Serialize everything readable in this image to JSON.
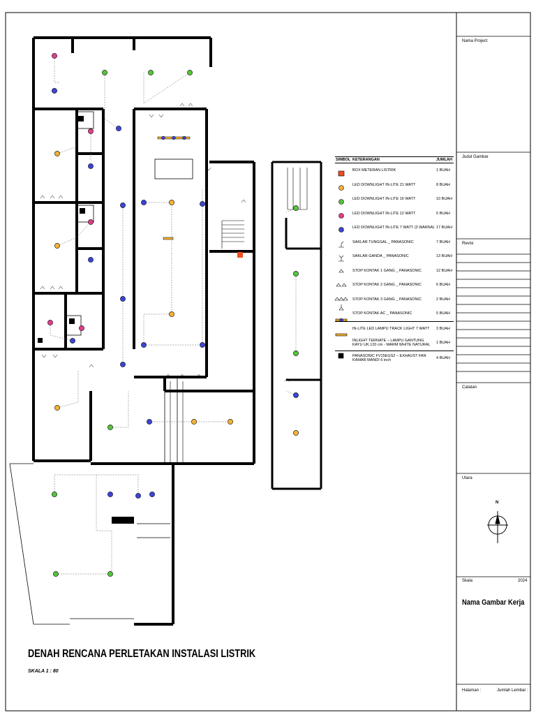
{
  "drawing": {
    "title": "DENAH RENCANA PERLETAKAN INSTALASI LISTRIK",
    "scale_label": "SKALA 1 : 80"
  },
  "legend": {
    "headers": {
      "symbol": "SIMBOL",
      "description": "KETERANGAN",
      "quantity": "JUMLAH"
    },
    "items": [
      {
        "icon": "meter-box-icon",
        "color": "#f04e23",
        "desc": "BOX METERAN LISTRIK",
        "qty": "1 BUAH"
      },
      {
        "icon": "downlight-21w-icon",
        "color": "#f2b233",
        "desc": "LED DOWNLIGHT IN-LITE 21 WATT",
        "qty": "8 BUAH"
      },
      {
        "icon": "downlight-16w-icon",
        "color": "#55c43a",
        "desc": "LED DOWNLIGHT IN-LITE 16 WATT",
        "qty": "10 BUAH"
      },
      {
        "icon": "downlight-12w-icon",
        "color": "#e23d8a",
        "desc": "LED DOWNLIGHT IN-LITE 12 WATT",
        "qty": "5 BUAH"
      },
      {
        "icon": "downlight-7w-icon",
        "color": "#3d44d6",
        "desc": "LED DOWNLIGHT IN-LITE 7 WATT (3 WARNA)",
        "qty": "17 BUAH"
      },
      {
        "icon": "single-switch-icon",
        "desc": "SAKLAR TUNGGAL _ PANASONIC",
        "qty": "7 BUAH"
      },
      {
        "icon": "double-switch-icon",
        "desc": "SAKLAR GANDA _ PANASONIC",
        "qty": "13 BUAH"
      },
      {
        "icon": "socket-1-gang-icon",
        "desc": "STOP KONTAK 1 GANG _ PANASONIC",
        "qty": "12 BUAH"
      },
      {
        "icon": "socket-2-gang-icon",
        "desc": "STOP KONTAK 2 GANG _ PANASONIC",
        "qty": "6 BUAH"
      },
      {
        "icon": "socket-3-gang-icon",
        "desc": "STOP KONTAK 3 GANG _ PANASONIC",
        "qty": "2 BUAH"
      },
      {
        "icon": "ac-socket-icon",
        "desc": "STOP KONTAK AC _ PANASONIC",
        "qty": "5 BUAH"
      },
      {
        "icon": "track-light-icon",
        "desc": "IN-LITE LED LAMPU TRACK LIGHT 7 WATT",
        "qty": "3 BUAH"
      },
      {
        "icon": "pendant-lamp-icon",
        "desc": "INLIGHT TERNATE – LAMPU GANTUNG KAYU UK.120 cm - WARM WHITE NATURAL",
        "qty": "1 BUAH"
      },
      {
        "icon": "exhaust-fan-icon",
        "desc": "PANASONIC FV15EGS2 – EXHAUST FAN KAMAR MANDI 6 inch",
        "qty": "4 BUAH"
      }
    ]
  },
  "title_block": {
    "project_label": "Nama Project",
    "drawing_title_label": "Judul Gambar",
    "revision_label": "Revisi",
    "notes_label": "Catatan",
    "north_label": "Utara",
    "north_letter": "N",
    "scale_label": "Skala",
    "year": "2024",
    "drawing_name": "Nama Gambar Kerja",
    "page_label": "Halaman :",
    "sheets_label": "Jumlah Lembar :"
  }
}
